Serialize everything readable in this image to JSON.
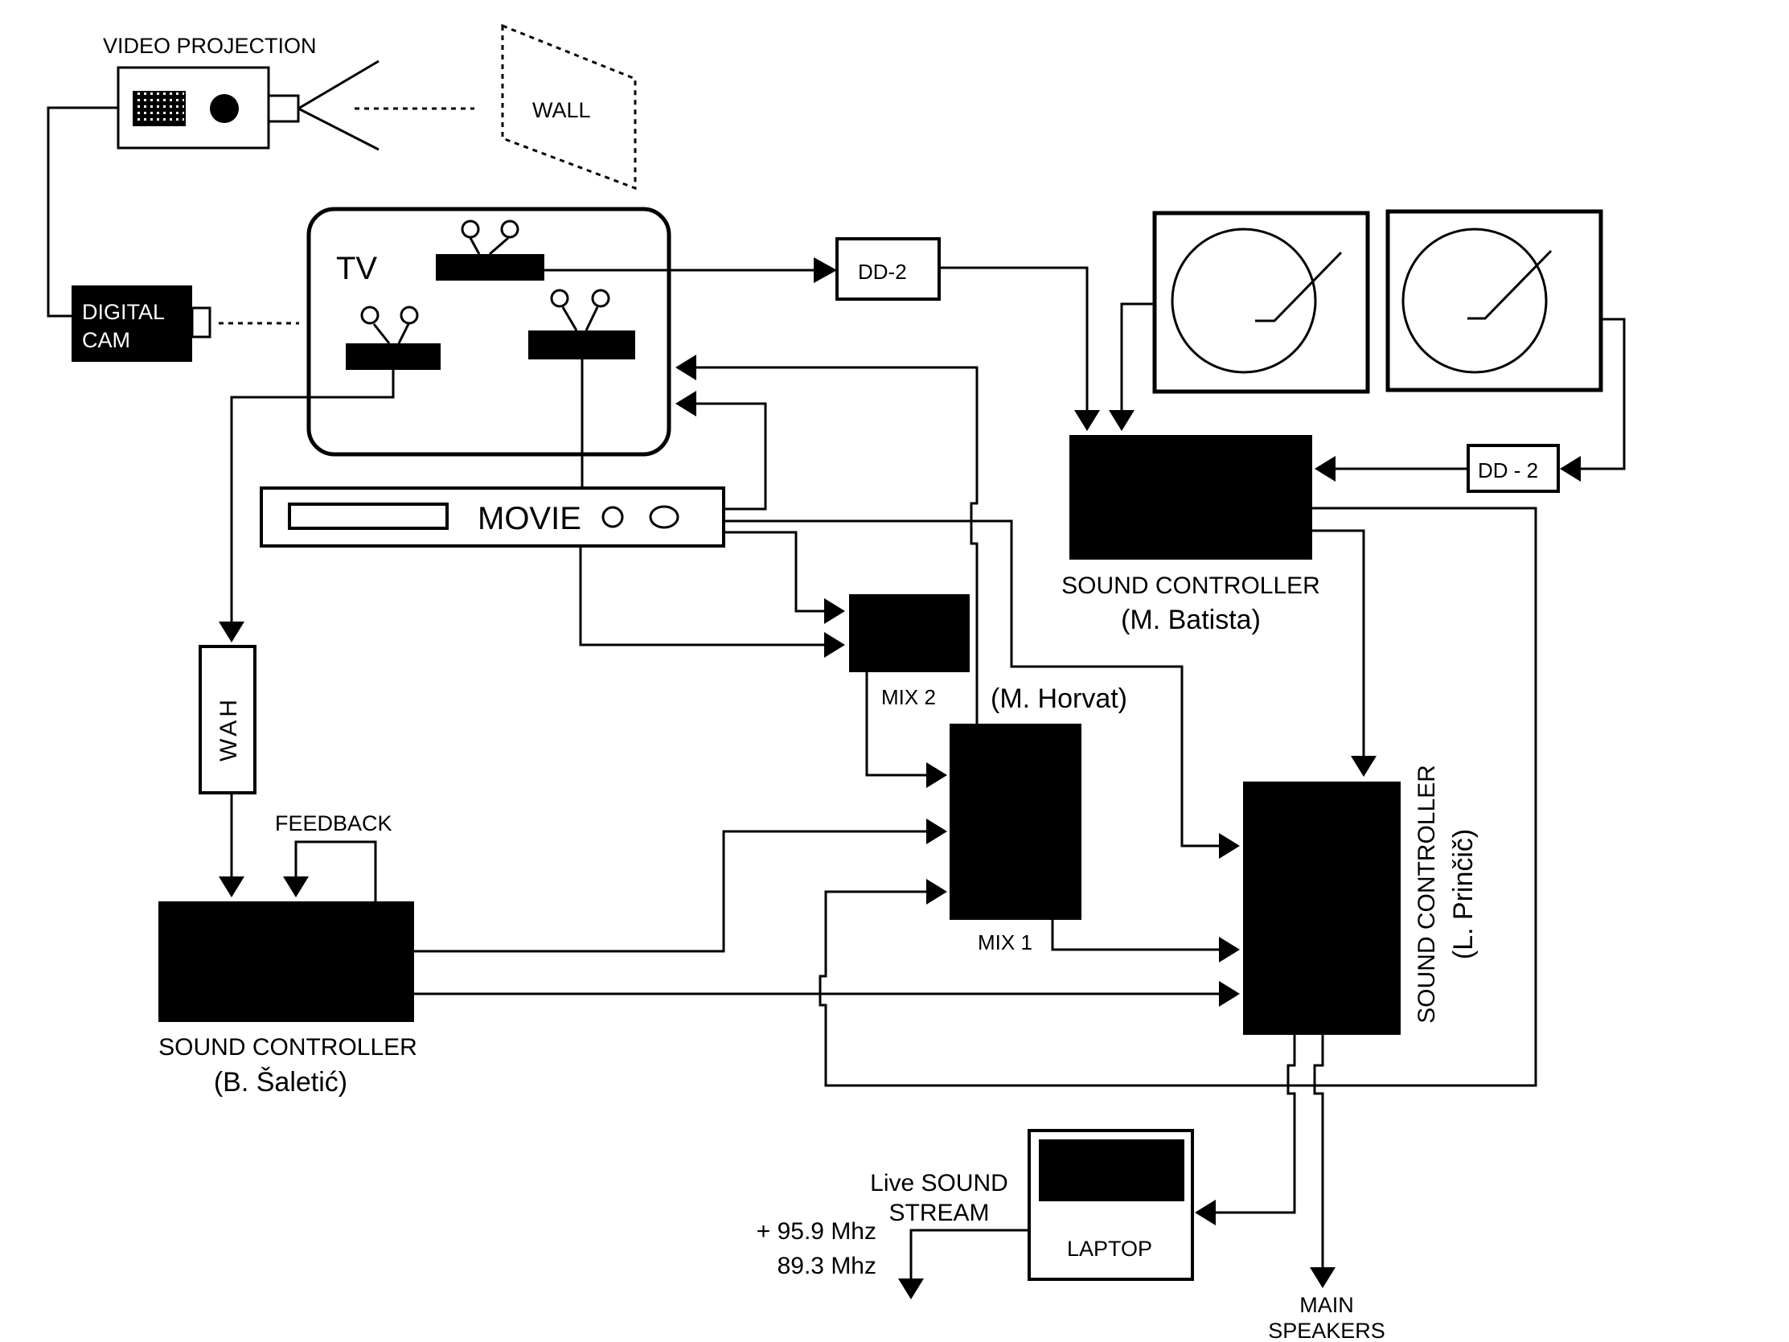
{
  "labels": {
    "video_projection": "VIDEO PROJECTION",
    "wall": "WALL",
    "tv": "TV",
    "digital_cam_line1": "DIGITAL",
    "digital_cam_line2": "CAM",
    "dd2_top": "DD-2",
    "dd2_right": "DD - 2",
    "movie": "MOVIE",
    "sound_controller_batista_line1": "SOUND CONTROLLER",
    "sound_controller_batista_line2": "(M. Batista)",
    "mix2": "MIX 2",
    "horvat": "(M. Horvat)",
    "mix1": "MIX 1",
    "wah": "WAH",
    "feedback": "FEEDBACK",
    "sound_controller_saletic_line1": "SOUND CONTROLLER",
    "sound_controller_saletic_line2": "(B. Šaletić)",
    "sound_controller_princic_line1": "SOUND CONTROLLER",
    "sound_controller_princic_line2": "(L. Prinčič)",
    "live_stream_line1": "Live SOUND",
    "live_stream_line2": "STREAM",
    "freq_line1": "+ 95.9 Mhz",
    "freq_line2": "89.3 Mhz",
    "laptop": "LAPTOP",
    "main_speakers_line1": "MAIN",
    "main_speakers_line2": "SPEAKERS"
  }
}
